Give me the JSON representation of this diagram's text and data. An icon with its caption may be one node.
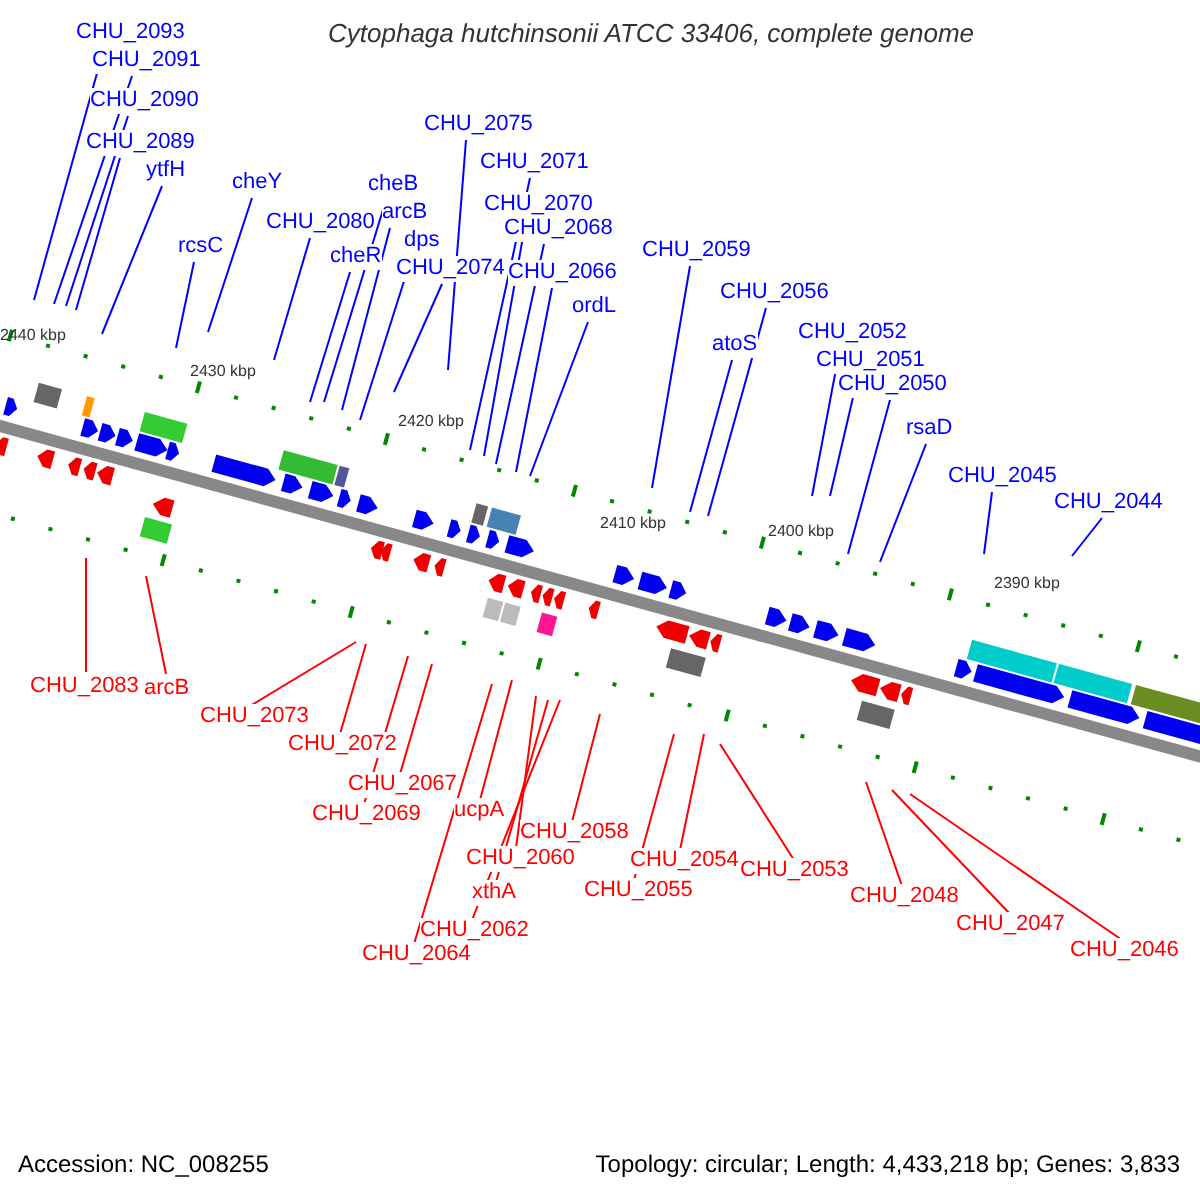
{
  "diagram": {
    "title": "Cytophaga hutchinsonii ATCC 33406, complete genome",
    "nodes": [
      {
        "text": [
          "CHU_2093"
        ]
      },
      {
        "text": [
          "CHU_2091"
        ]
      },
      {
        "text": [
          "CHU_2090"
        ]
      },
      {
        "text": [
          "CHU_2089"
        ]
      },
      {
        "text": [
          "ytfH"
        ]
      },
      {
        "text": [
          "rcsC"
        ]
      },
      {
        "text": [
          "cheY"
        ]
      },
      {
        "text": [
          "CHU_2080"
        ]
      },
      {
        "text": [
          "cheB"
        ]
      },
      {
        "text": [
          "cheR"
        ]
      },
      {
        "text": [
          "arcB"
        ]
      },
      {
        "text": [
          "dps"
        ]
      },
      {
        "text": [
          "CHU_2074"
        ]
      },
      {
        "text": [
          "CHU_2075"
        ]
      },
      {
        "text": [
          "CHU_2071"
        ]
      },
      {
        "text": [
          "CHU_2070"
        ]
      },
      {
        "text": [
          "CHU_2068"
        ]
      },
      {
        "text": [
          "CHU_2066"
        ]
      },
      {
        "text": [
          "ordL"
        ]
      },
      {
        "text": [
          "CHU_2059"
        ]
      },
      {
        "text": [
          "CHU_2056"
        ]
      },
      {
        "text": [
          "atoS"
        ]
      },
      {
        "text": [
          "CHU_2052"
        ]
      },
      {
        "text": [
          "CHU_2051"
        ]
      },
      {
        "text": [
          "CHU_2050"
        ]
      },
      {
        "text": [
          "rsaD"
        ]
      },
      {
        "text": [
          "CHU_2045"
        ]
      },
      {
        "text": [
          "CHU_2044"
        ]
      },
      {
        "text": [
          "CHU_2083"
        ]
      },
      {
        "text": [
          "arcB"
        ]
      },
      {
        "text": [
          "CHU_2073"
        ]
      },
      {
        "text": [
          "CHU_2072"
        ]
      },
      {
        "text": [
          "CHU_2067"
        ]
      },
      {
        "text": [
          "CHU_2069"
        ]
      },
      {
        "text": [
          "ucpA"
        ]
      },
      {
        "text": [
          "CHU_2058"
        ]
      },
      {
        "text": [
          "CHU_2060"
        ]
      },
      {
        "text": [
          "xthA"
        ]
      },
      {
        "text": [
          "CHU_2062"
        ]
      },
      {
        "text": [
          "CHU_2064"
        ]
      },
      {
        "text": [
          "CHU_2054"
        ]
      },
      {
        "text": [
          "CHU_2055"
        ]
      },
      {
        "text": [
          "CHU_2053"
        ]
      },
      {
        "text": [
          "CHU_2048"
        ]
      },
      {
        "text": [
          "CHU_2047"
        ]
      },
      {
        "text": [
          "CHU_2046"
        ]
      }
    ],
    "edges": [
      {
        "from": 0,
        "to": null,
        "arrow": "none"
      },
      {
        "from": 1,
        "to": null,
        "arrow": "none"
      },
      {
        "from": 2,
        "to": null,
        "arrow": "none"
      },
      {
        "from": 3,
        "to": null,
        "arrow": "none"
      },
      {
        "from": 4,
        "to": null,
        "arrow": "none"
      },
      {
        "from": 5,
        "to": null,
        "arrow": "none"
      },
      {
        "from": 6,
        "to": null,
        "arrow": "none"
      },
      {
        "from": 7,
        "to": null,
        "arrow": "none"
      },
      {
        "from": 8,
        "to": null,
        "arrow": "none"
      },
      {
        "from": 9,
        "to": null,
        "arrow": "none"
      },
      {
        "from": 10,
        "to": null,
        "arrow": "none"
      },
      {
        "from": 11,
        "to": null,
        "arrow": "none"
      },
      {
        "from": 12,
        "to": null,
        "arrow": "none"
      },
      {
        "from": 13,
        "to": null,
        "arrow": "none"
      },
      {
        "from": 14,
        "to": null,
        "arrow": "none"
      },
      {
        "from": 15,
        "to": null,
        "arrow": "none"
      },
      {
        "from": 16,
        "to": null,
        "arrow": "none"
      },
      {
        "from": 17,
        "to": null,
        "arrow": "none"
      },
      {
        "from": 18,
        "to": null,
        "arrow": "none"
      },
      {
        "from": 19,
        "to": null,
        "arrow": "none"
      },
      {
        "from": 20,
        "to": null,
        "arrow": "none"
      },
      {
        "from": 21,
        "to": null,
        "arrow": "none"
      },
      {
        "from": 22,
        "to": null,
        "arrow": "none"
      },
      {
        "from": 23,
        "to": null,
        "arrow": "none"
      },
      {
        "from": 24,
        "to": null,
        "arrow": "none"
      },
      {
        "from": 25,
        "to": null,
        "arrow": "none"
      },
      {
        "from": 26,
        "to": null,
        "arrow": "none"
      },
      {
        "from": 27,
        "to": null,
        "arrow": "none"
      },
      {
        "from": 28,
        "to": null,
        "arrow": "none",
        "color": "#ff0000"
      },
      {
        "from": 29,
        "to": null,
        "arrow": "none",
        "color": "#ff0000"
      },
      {
        "from": 30,
        "to": null,
        "arrow": "none",
        "color": "#ff0000"
      },
      {
        "from": 31,
        "to": null,
        "arrow": "none",
        "color": "#ff0000"
      },
      {
        "from": 32,
        "to": null,
        "arrow": "none",
        "color": "#ff0000"
      },
      {
        "from": 33,
        "to": null,
        "arrow": "none",
        "color": "#ff0000"
      },
      {
        "from": 34,
        "to": null,
        "arrow": "none",
        "color": "#ff0000"
      },
      {
        "from": 35,
        "to": null,
        "arrow": "none",
        "color": "#ff0000"
      },
      {
        "from": 36,
        "to": null,
        "arrow": "none",
        "color": "#ff0000"
      },
      {
        "from": 37,
        "to": null,
        "arrow": "none",
        "color": "#ff0000"
      },
      {
        "from": 38,
        "to": null,
        "arrow": "none",
        "color": "#ff0000"
      },
      {
        "from": 39,
        "to": null,
        "arrow": "none",
        "color": "#ff0000"
      },
      {
        "from": 40,
        "to": null,
        "arrow": "none",
        "color": "#ff0000"
      },
      {
        "from": 41,
        "to": null,
        "arrow": "none",
        "color": "#ff0000"
      },
      {
        "from": 42,
        "to": null,
        "arrow": "none",
        "color": "#ff0000"
      },
      {
        "from": 43,
        "to": null,
        "arrow": "none",
        "color": "#ff0000"
      },
      {
        "from": 44,
        "to": null,
        "arrow": "none",
        "color": "#ff0000"
      },
      {
        "from": 45,
        "to": null,
        "arrow": "none",
        "color": "#ff0000"
      }
    ],
    "labels": [
      "2440 kbp",
      "2430 kbp",
      "2420 kbp",
      "2410 kbp",
      "2400 kbp",
      "2390 kbp",
      "Accession: NC_008255",
      "Topology: circular; Length: 4,433,218 bp; Genes: 3,833"
    ]
  }
}
